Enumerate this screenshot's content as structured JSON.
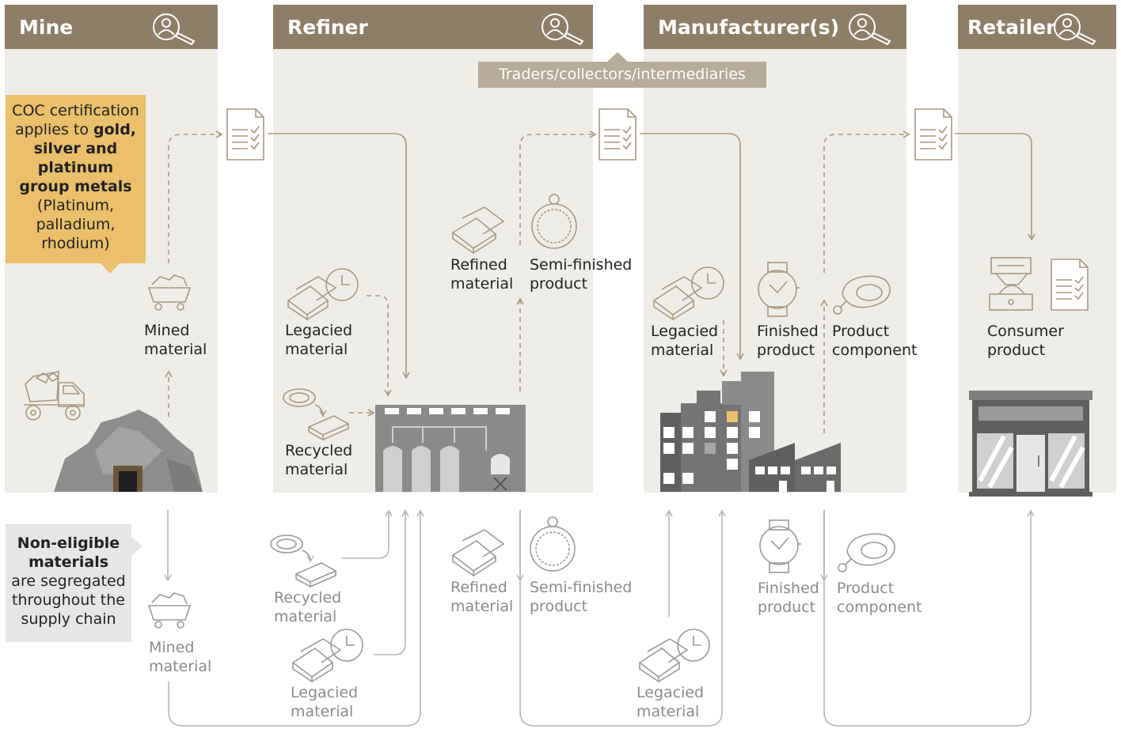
{
  "stages": {
    "mine": "Mine",
    "refiner": "Refiner",
    "manufacturer": "Manufacturer(s)",
    "retailer": "Retailer"
  },
  "traders": "Traders/collectors/intermediaries",
  "certification": {
    "line1": "COC certification",
    "line2": "applies to",
    "bold1": "gold,",
    "bold2": "silver and",
    "bold3": "platinum",
    "bold4": "group metals",
    "line3": "(Platinum,",
    "line4": "palladium,",
    "line5": "rhodium)"
  },
  "non_eligible": {
    "bold1": "Non-eligible",
    "bold2": "materials",
    "line1": "are segregated",
    "line2": "throughout the",
    "line3": "supply chain"
  },
  "upper_labels": {
    "mined_1": "Mined",
    "mined_2": "material",
    "legacied_ref_1": "Legacied",
    "legacied_ref_2": "material",
    "recycled_1": "Recycled",
    "recycled_2": "material",
    "refined_1": "Refined",
    "refined_2": "material",
    "semi_1": "Semi-finished",
    "semi_2": "product",
    "legacied_man_1": "Legacied",
    "legacied_man_2": "material",
    "finished_1": "Finished",
    "finished_2": "product",
    "component_1": "Product",
    "component_2": "component",
    "consumer_1": "Consumer",
    "consumer_2": "product"
  },
  "lower_labels": {
    "mined_1": "Mined",
    "mined_2": "material",
    "recycled_1": "Recycled",
    "recycled_2": "material",
    "legacied_1": "Legacied",
    "legacied_2": "material",
    "refined_1": "Refined",
    "refined_2": "material",
    "semi_1": "Semi-finished",
    "semi_2": "product",
    "legacied_man_1": "Legacied",
    "legacied_man_2": "material",
    "finished_1": "Finished",
    "finished_2": "product",
    "component_1": "Product",
    "component_2": "component"
  },
  "colors": {
    "header": "#8e7e66",
    "panel": "#efede7",
    "certification": "#ebbf6b",
    "non_eligible": "#e6e6e6",
    "traders": "#b7ab99",
    "flow_line": "#a89880",
    "icon_grey": "#8b8b8b"
  }
}
